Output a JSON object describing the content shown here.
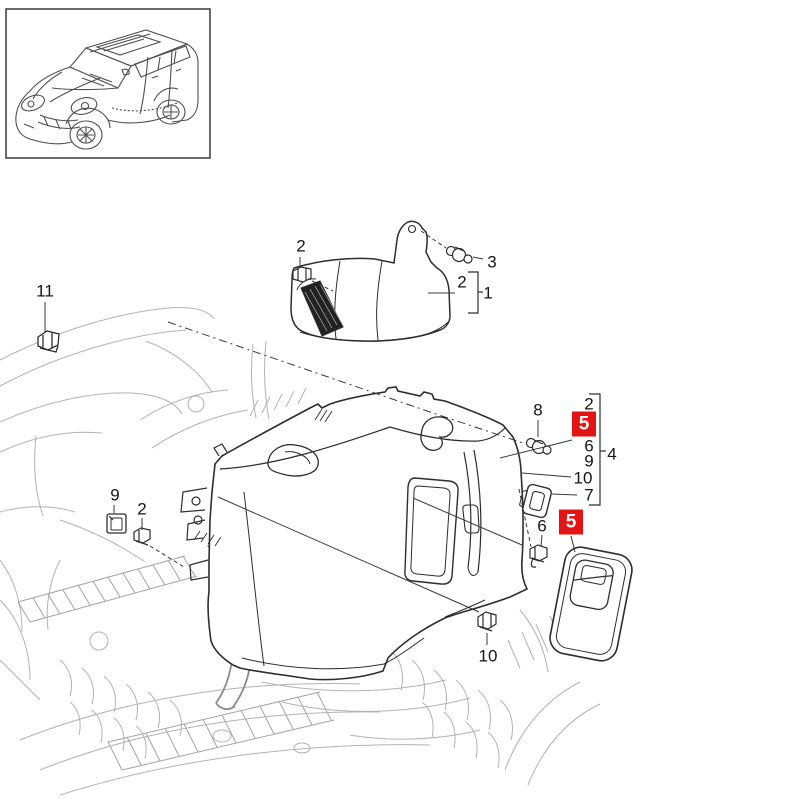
{
  "colors": {
    "background": "#ffffff",
    "accent_red": "#e51414",
    "line_dark": "#2d2d2d",
    "line_faint": "#a7acaf"
  },
  "callouts": [
    {
      "text": "11",
      "highlight": false
    },
    {
      "text": "2",
      "highlight": false
    },
    {
      "text": "3",
      "highlight": false
    },
    {
      "text": "2",
      "highlight": false
    },
    {
      "text": "1",
      "highlight": false
    },
    {
      "text": "8",
      "highlight": false
    },
    {
      "text": "2",
      "highlight": false
    },
    {
      "text": "5",
      "highlight": true
    },
    {
      "text": "6",
      "highlight": false
    },
    {
      "text": "9",
      "highlight": false
    },
    {
      "text": "10",
      "highlight": false
    },
    {
      "text": "7",
      "highlight": false
    },
    {
      "text": "4",
      "highlight": false
    },
    {
      "text": "6",
      "highlight": false
    },
    {
      "text": "5",
      "highlight": true
    },
    {
      "text": "9",
      "highlight": false
    },
    {
      "text": "2",
      "highlight": false
    },
    {
      "text": "10",
      "highlight": false
    }
  ]
}
